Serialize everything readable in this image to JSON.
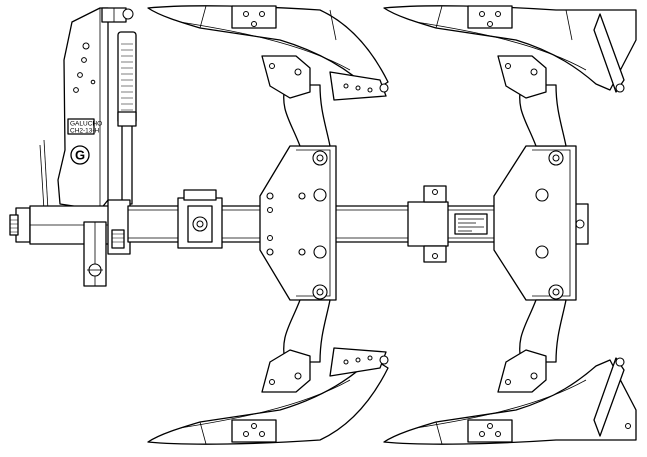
{
  "drawing": {
    "colors": {
      "line": "#000000",
      "background": "#ffffff"
    },
    "frame_plate": {
      "label_line1": "GALUCHO",
      "label_line2": "CH2-13-H",
      "logo_letter": "G"
    },
    "plate_text": ""
  }
}
